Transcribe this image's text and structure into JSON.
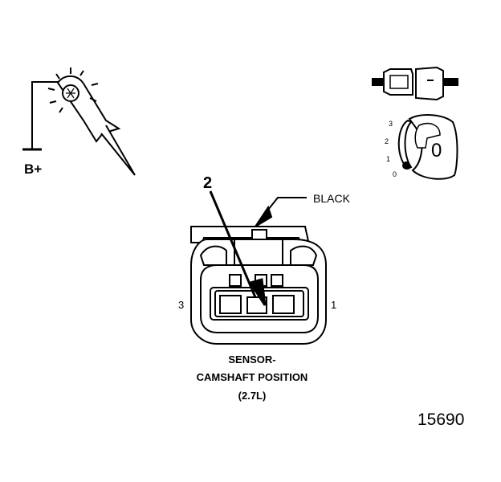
{
  "test_light": {
    "supply_label": "B+"
  },
  "connector": {
    "callout_number": "2",
    "wire_color_label": "BLACK",
    "pin_left_label": "3",
    "pin_right_label": "1",
    "caption_lines": [
      "SENSOR-",
      "CAMSHAFT POSITION",
      "(2.7L)"
    ]
  },
  "selector": {
    "scale_labels": [
      "3",
      "2",
      "1",
      "0"
    ],
    "position_label": "0"
  },
  "figure_number": "15690"
}
